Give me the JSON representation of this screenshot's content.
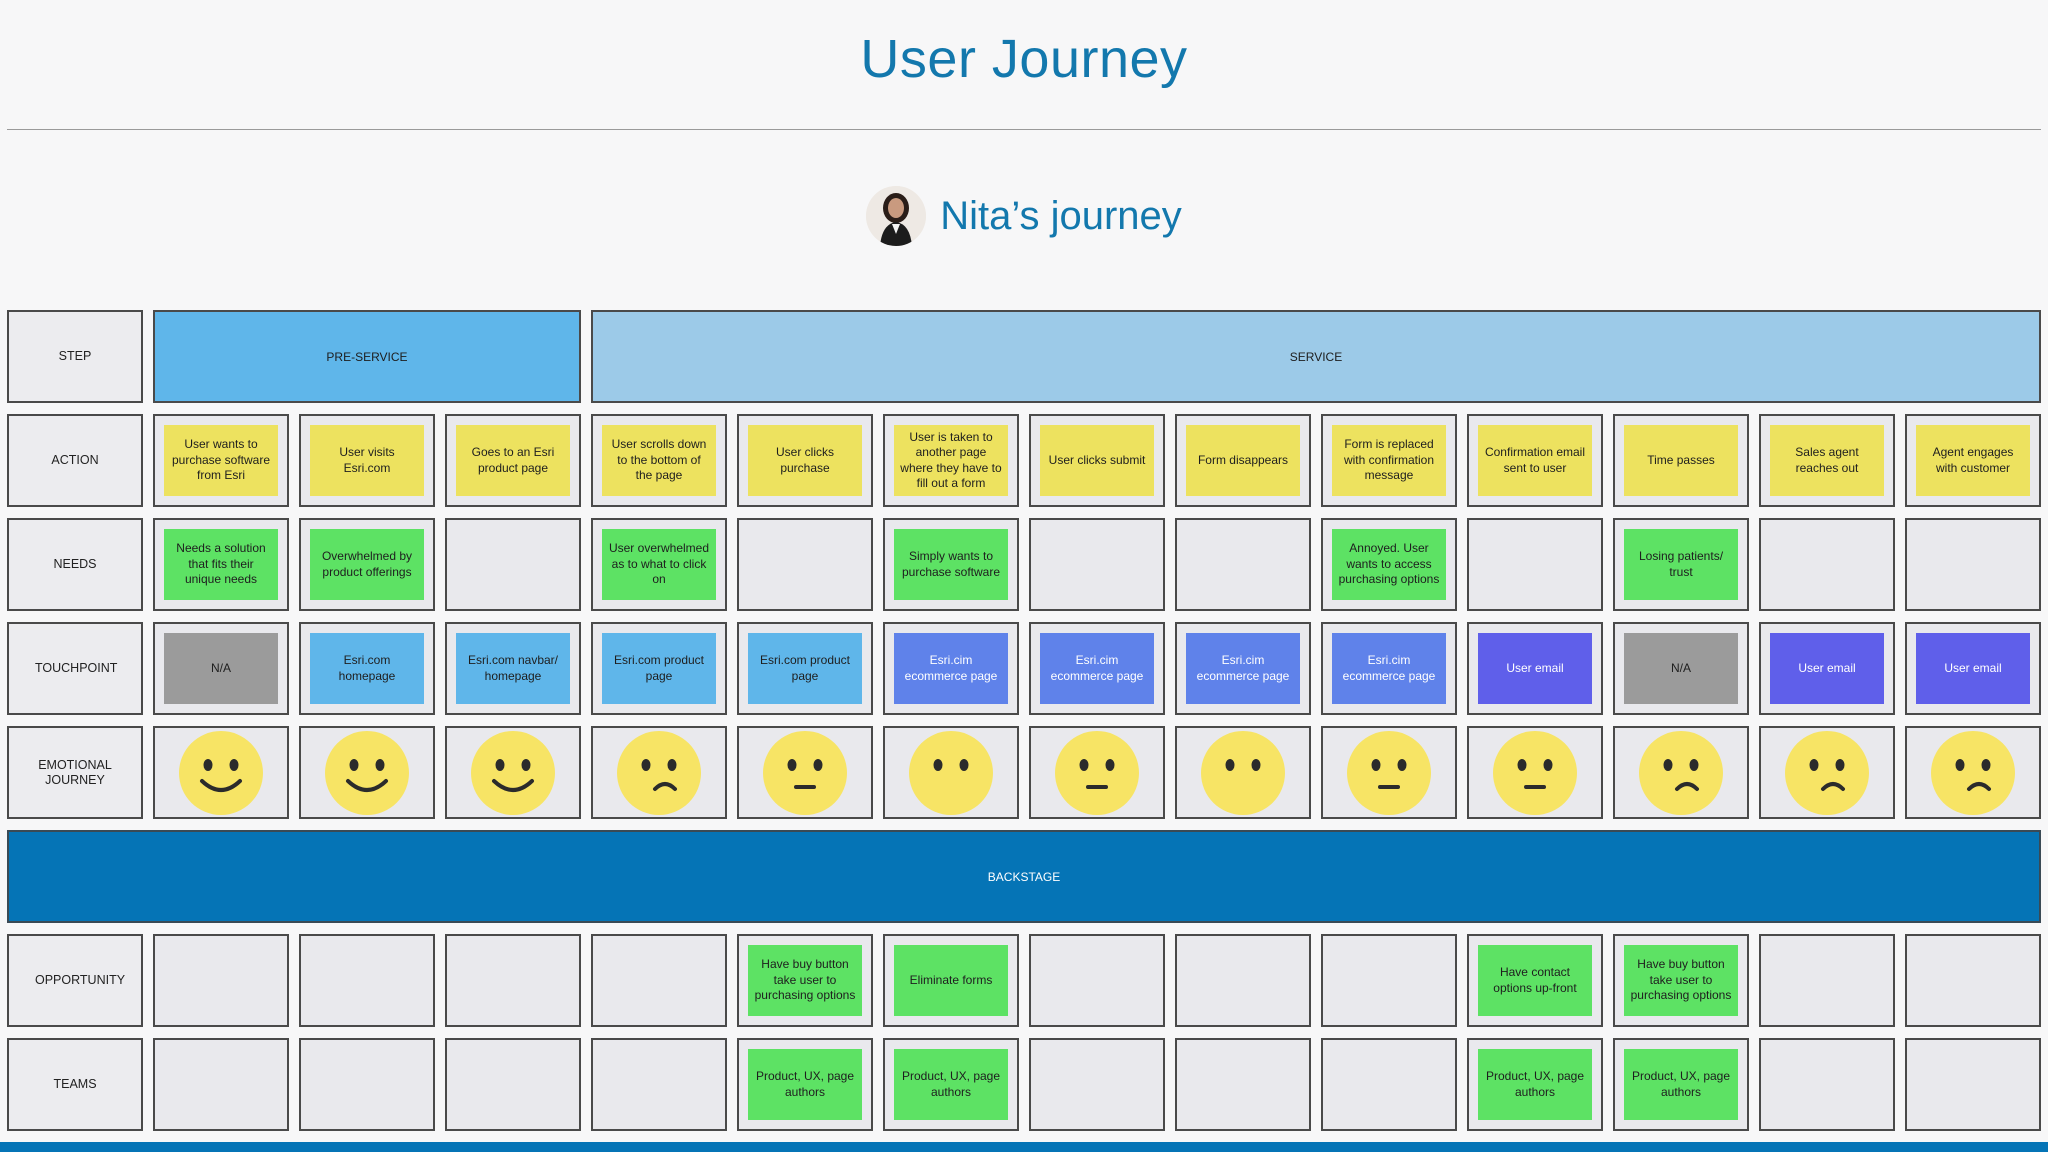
{
  "title": "User Journey",
  "persona": {
    "name": "Nita’s journey"
  },
  "labels": {
    "step": "STEP",
    "action": "ACTION",
    "needs": "NEEDS",
    "touchpoint": "TOUCHPOINT",
    "emotional": "EMOTIONAL JOURNEY",
    "opportunity": "OPPORTUNITY",
    "teams": "TEAMS"
  },
  "phases": [
    {
      "label": "PRE-SERVICE",
      "color": "#5fb6ea",
      "span": 3
    },
    {
      "label": "SERVICE",
      "color": "#9ccae8",
      "span": 10
    }
  ],
  "backstage": {
    "label": "BACKSTAGE",
    "color": "#0574b6"
  },
  "colors": {
    "action": "#ede25f",
    "needs": "#5de264",
    "opportunity": "#5de264",
    "teams": "#5de264",
    "touch_gray": "#9b9b9b",
    "touch_lightblue": "#5fb6ea",
    "touch_blue": "#5f82ea",
    "touch_violet": "#5f5fea",
    "face": "#f7e465"
  },
  "actions": [
    "User wants to purchase software from Esri",
    "User visits Esri.com",
    "Goes to an Esri product page",
    "User scrolls down to the bottom of the page",
    "User clicks purchase",
    "User is taken to another page where they have to fill out a form",
    "User clicks submit",
    "Form disappears",
    "Form is replaced with confirmation message",
    "Confirmation email sent to user",
    "Time passes",
    "Sales agent reaches out",
    "Agent engages with customer"
  ],
  "needs": [
    "Needs a solution that fits their unique needs",
    "Overwhelmed by product offerings",
    "",
    "User overwhelmed as to what to click on",
    "",
    "Simply wants to purchase software",
    "",
    "",
    "Annoyed. User wants to access purchasing options",
    "",
    "Losing patients/ trust",
    "",
    ""
  ],
  "touchpoints": [
    {
      "text": "N/A",
      "kind": "gray"
    },
    {
      "text": "Esri.com homepage",
      "kind": "lightblue"
    },
    {
      "text": "Esri.com navbar/ homepage",
      "kind": "lightblue"
    },
    {
      "text": "Esri.com product page",
      "kind": "lightblue"
    },
    {
      "text": "Esri.com product page",
      "kind": "lightblue"
    },
    {
      "text": "Esri.cim ecommerce page",
      "kind": "blue"
    },
    {
      "text": "Esri.cim ecommerce page",
      "kind": "blue"
    },
    {
      "text": "Esri.cim ecommerce page",
      "kind": "blue"
    },
    {
      "text": "Esri.cim ecommerce page",
      "kind": "blue"
    },
    {
      "text": "User email",
      "kind": "violet"
    },
    {
      "text": "N/A",
      "kind": "gray"
    },
    {
      "text": "User email",
      "kind": "violet"
    },
    {
      "text": "User email",
      "kind": "violet"
    }
  ],
  "emotions": [
    "happy-face-icon",
    "happy-face-icon",
    "happy-face-icon",
    "confused-face-icon",
    "neutral-face-icon",
    "blank-face-icon",
    "neutral-face-icon",
    "blank-face-icon",
    "neutral-face-icon",
    "neutral-face-icon",
    "confused-face-icon",
    "confused-face-icon",
    "confused-face-icon"
  ],
  "opportunities": [
    "",
    "",
    "",
    "",
    "Have buy button take user to purchasing options",
    "Eliminate forms",
    "",
    "",
    "",
    "Have contact options up-front",
    "Have buy button take user to purchasing options",
    "",
    ""
  ],
  "teams": [
    "",
    "",
    "",
    "",
    "Product, UX, page authors",
    "Product, UX, page authors",
    "",
    "",
    "",
    "Product, UX, page authors",
    "Product, UX, page authors",
    "",
    ""
  ]
}
